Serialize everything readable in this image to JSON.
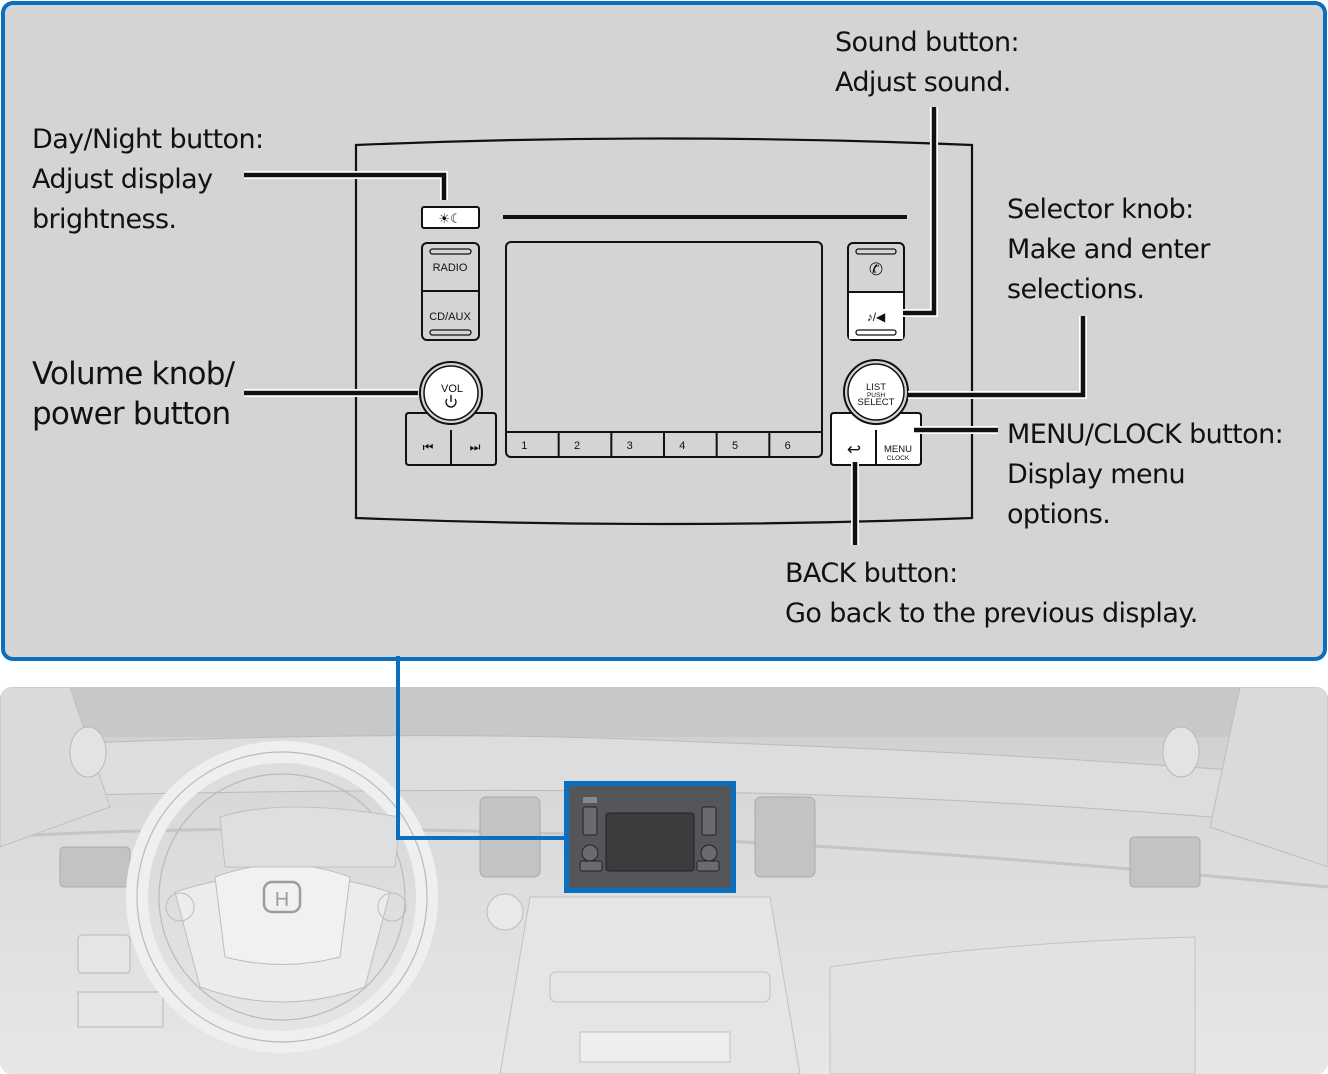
{
  "diagram": {
    "title": "Audio system controls",
    "accent_color": "#0a6fbe",
    "panel_background": "#d3d4d6"
  },
  "callouts": {
    "day_night": {
      "title": "Day/Night button:",
      "lines": [
        "Adjust display",
        "brightness."
      ]
    },
    "volume": {
      "title": "Volume knob/",
      "lines": [
        "power button"
      ]
    },
    "sound": {
      "title": "Sound button:",
      "lines": [
        "Adjust sound."
      ]
    },
    "selector": {
      "title": "Selector knob:",
      "lines": [
        "Make and enter",
        "selections."
      ]
    },
    "menu_clock": {
      "title": "MENU/CLOCK button:",
      "lines": [
        "Display menu",
        "options."
      ]
    },
    "back": {
      "title": "BACK button:",
      "lines": [
        "Go back to the previous display."
      ]
    }
  },
  "head_unit": {
    "day_night_icon": "☀☾",
    "radio_label": "RADIO",
    "cdaux_label": "CD/AUX",
    "vol_label": "VOL",
    "seek_back_icon": "⏮",
    "seek_fwd_icon": "⏭",
    "phone_icon": "✆",
    "sound_icon": "♪/◀",
    "knob_line1": "LIST",
    "knob_line2": "PUSH",
    "knob_line3": "SELECT",
    "menu_label": "MENU",
    "clock_label": "CLOCK",
    "back_icon": "↩",
    "presets": [
      "1",
      "2",
      "3",
      "4",
      "5",
      "6"
    ]
  },
  "dashboard": {
    "brand_logo": "H"
  }
}
